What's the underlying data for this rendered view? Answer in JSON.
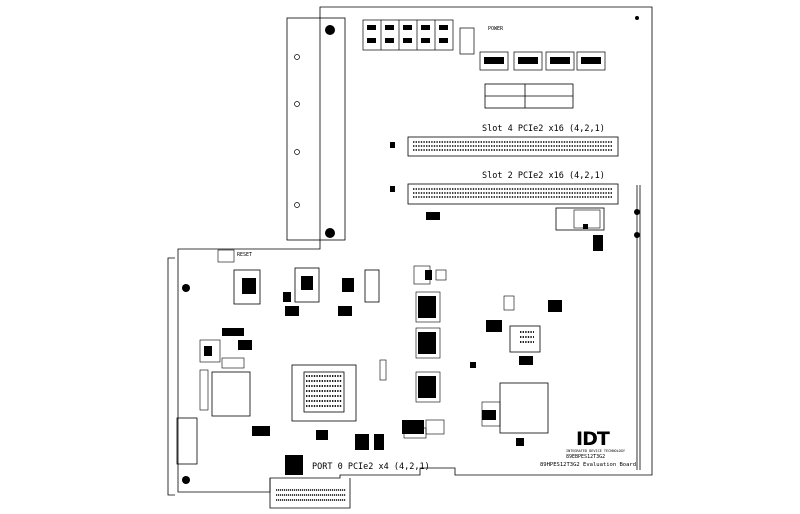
{
  "board": {
    "slot4_label": "Slot 4 PCIe2 x16 (4,2,1)",
    "slot2_label": "Slot 2 PCIe2 x16 (4,2,1)",
    "port0_label": "PORT 0 PCIe2 x4 (4,2,1)",
    "reset_label": "RESET",
    "power_label": "POWER",
    "brand_text": "IDT",
    "brand_tagline": "INTEGRATED DEVICE TECHNOLOGY",
    "board_id": "89EBPES12T3G2",
    "board_title": "89HPES12T3G2 Evaluation Board"
  },
  "colors": {
    "outline": "#000000",
    "background": "#ffffff",
    "pad_fill": "#000000"
  }
}
